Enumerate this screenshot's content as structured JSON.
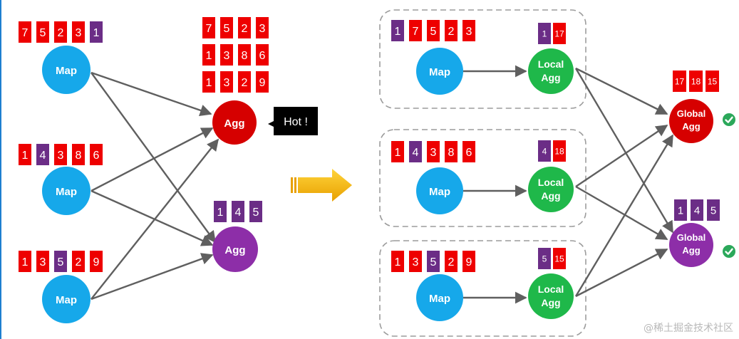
{
  "colors": {
    "red": "#ee0000",
    "purple": "#6b2d86",
    "map": "#16a8ea",
    "agg_red": "#d60000",
    "agg_purple": "#8d2ea8",
    "local": "#1fb84a",
    "edge": "#5f5f5f",
    "dash": "#9c9c9c",
    "check": "#2ba85a",
    "arrow": "#f4b400"
  },
  "left": {
    "map1": {
      "label": "Map",
      "keys": [
        "7",
        "5",
        "2",
        "3",
        "1"
      ],
      "colors": [
        "red",
        "red",
        "red",
        "red",
        "purple"
      ]
    },
    "map2": {
      "label": "Map",
      "keys": [
        "1",
        "4",
        "3",
        "8",
        "6"
      ],
      "colors": [
        "red",
        "purple",
        "red",
        "red",
        "red"
      ]
    },
    "map3": {
      "label": "Map",
      "keys": [
        "1",
        "3",
        "5",
        "2",
        "9"
      ],
      "colors": [
        "red",
        "red",
        "purple",
        "red",
        "red"
      ]
    },
    "agg_hot": {
      "label": "Agg",
      "rows": [
        [
          "7",
          "5",
          "2",
          "3"
        ],
        [
          "1",
          "3",
          "8",
          "6"
        ],
        [
          "1",
          "3",
          "2",
          "9"
        ]
      ]
    },
    "agg_cold": {
      "label": "Agg",
      "keys": [
        "1",
        "4",
        "5"
      ]
    },
    "callout": "Hot !"
  },
  "right": {
    "map1": {
      "label": "Map",
      "keys": [
        "1",
        "7",
        "5",
        "2",
        "3"
      ],
      "colors": [
        "purple",
        "red",
        "red",
        "red",
        "red"
      ]
    },
    "map2": {
      "label": "Map",
      "keys": [
        "1",
        "4",
        "3",
        "8",
        "6"
      ],
      "colors": [
        "red",
        "purple",
        "red",
        "red",
        "red"
      ]
    },
    "map3": {
      "label": "Map",
      "keys": [
        "1",
        "3",
        "5",
        "2",
        "9"
      ],
      "colors": [
        "red",
        "red",
        "purple",
        "red",
        "red"
      ]
    },
    "local1": {
      "line1": "Local",
      "line2": "Agg",
      "keys": [
        "1",
        "17"
      ]
    },
    "local2": {
      "line1": "Local",
      "line2": "Agg",
      "keys": [
        "4",
        "18"
      ]
    },
    "local3": {
      "line1": "Local",
      "line2": "Agg",
      "keys": [
        "5",
        "15"
      ]
    },
    "global_red": {
      "line1": "Global",
      "line2": "Agg",
      "keys": [
        "17",
        "18",
        "15"
      ]
    },
    "global_purple": {
      "line1": "Global",
      "line2": "Agg",
      "keys": [
        "1",
        "4",
        "5"
      ]
    }
  },
  "watermark": "@稀土掘金技术社区"
}
